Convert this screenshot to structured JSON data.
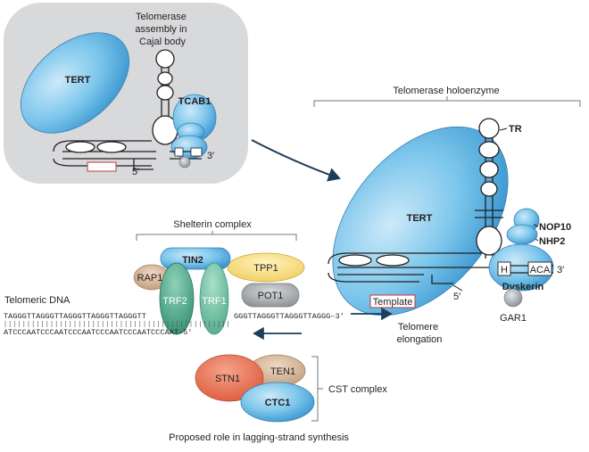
{
  "assembly": {
    "title_lines": [
      "Telomerase",
      "assembly in",
      "Cajal body"
    ],
    "tert": "TERT",
    "tcab1": "TCAB1",
    "five_prime": "5′",
    "three_prime": "3′"
  },
  "holoenzyme": {
    "title": "Telomerase holoenzyme",
    "tert": "TERT",
    "tr": "TR",
    "nop10": "NOP10",
    "nhp2": "NHP2",
    "h_box": "H",
    "aca_box": "ACA",
    "three_prime": "3′",
    "five_prime": "5′",
    "dyskerin": "Dyskerin",
    "gar1": "GAR1",
    "template": "Template",
    "elongation_lines": [
      "Telomere",
      "elongation"
    ]
  },
  "shelterin": {
    "title": "Shelterin complex",
    "tin2": "TIN2",
    "rap1": "RAP1",
    "trf2": "TRF2",
    "trf1": "TRF1",
    "tpp1": "TPP1",
    "pot1": "POT1"
  },
  "dna": {
    "label": "Telomeric DNA",
    "top_left": "TAGGGTTAGGGTTAGGGTTAGGGTTAGGGTT",
    "top_right": "GGGTTAGGGTTAGGGTTAGGG–3′",
    "bottom": "ATCCCAATCCCAATCCCAATCCCAATCCCAATCCCAAT–5′"
  },
  "cst": {
    "stn1": "STN1",
    "ten1": "TEN1",
    "ctc1": "CTC1",
    "title": "CST complex",
    "caption": "Proposed role in lagging-strand synthesis"
  }
}
